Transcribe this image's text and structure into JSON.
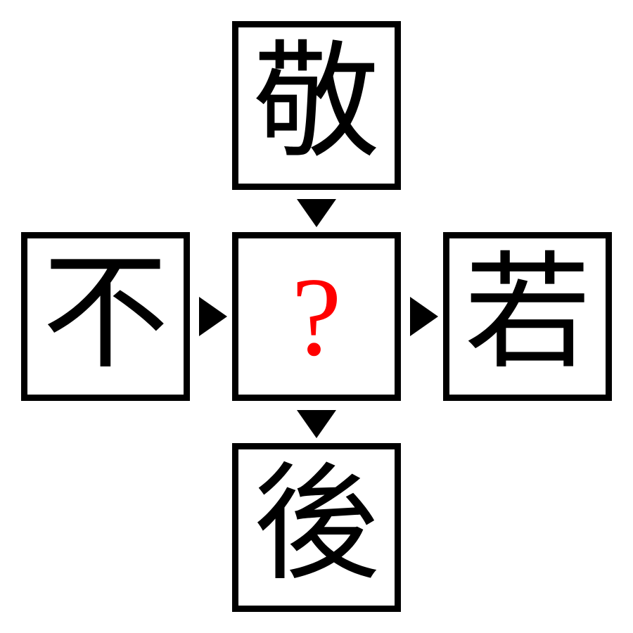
{
  "puzzle": {
    "top": {
      "character": "敬"
    },
    "left": {
      "character": "不"
    },
    "center": {
      "character": "?",
      "color": "#ff0000"
    },
    "right": {
      "character": "若"
    },
    "bottom": {
      "character": "後"
    }
  },
  "icons": {
    "arrow_from_top": "arrow-down-icon",
    "arrow_from_left": "arrow-right-icon",
    "arrow_to_right": "arrow-right-icon",
    "arrow_to_bottom": "arrow-down-icon"
  },
  "colors": {
    "border": "#000000",
    "text": "#000000",
    "question_mark": "#ff0000",
    "background": "#ffffff"
  }
}
